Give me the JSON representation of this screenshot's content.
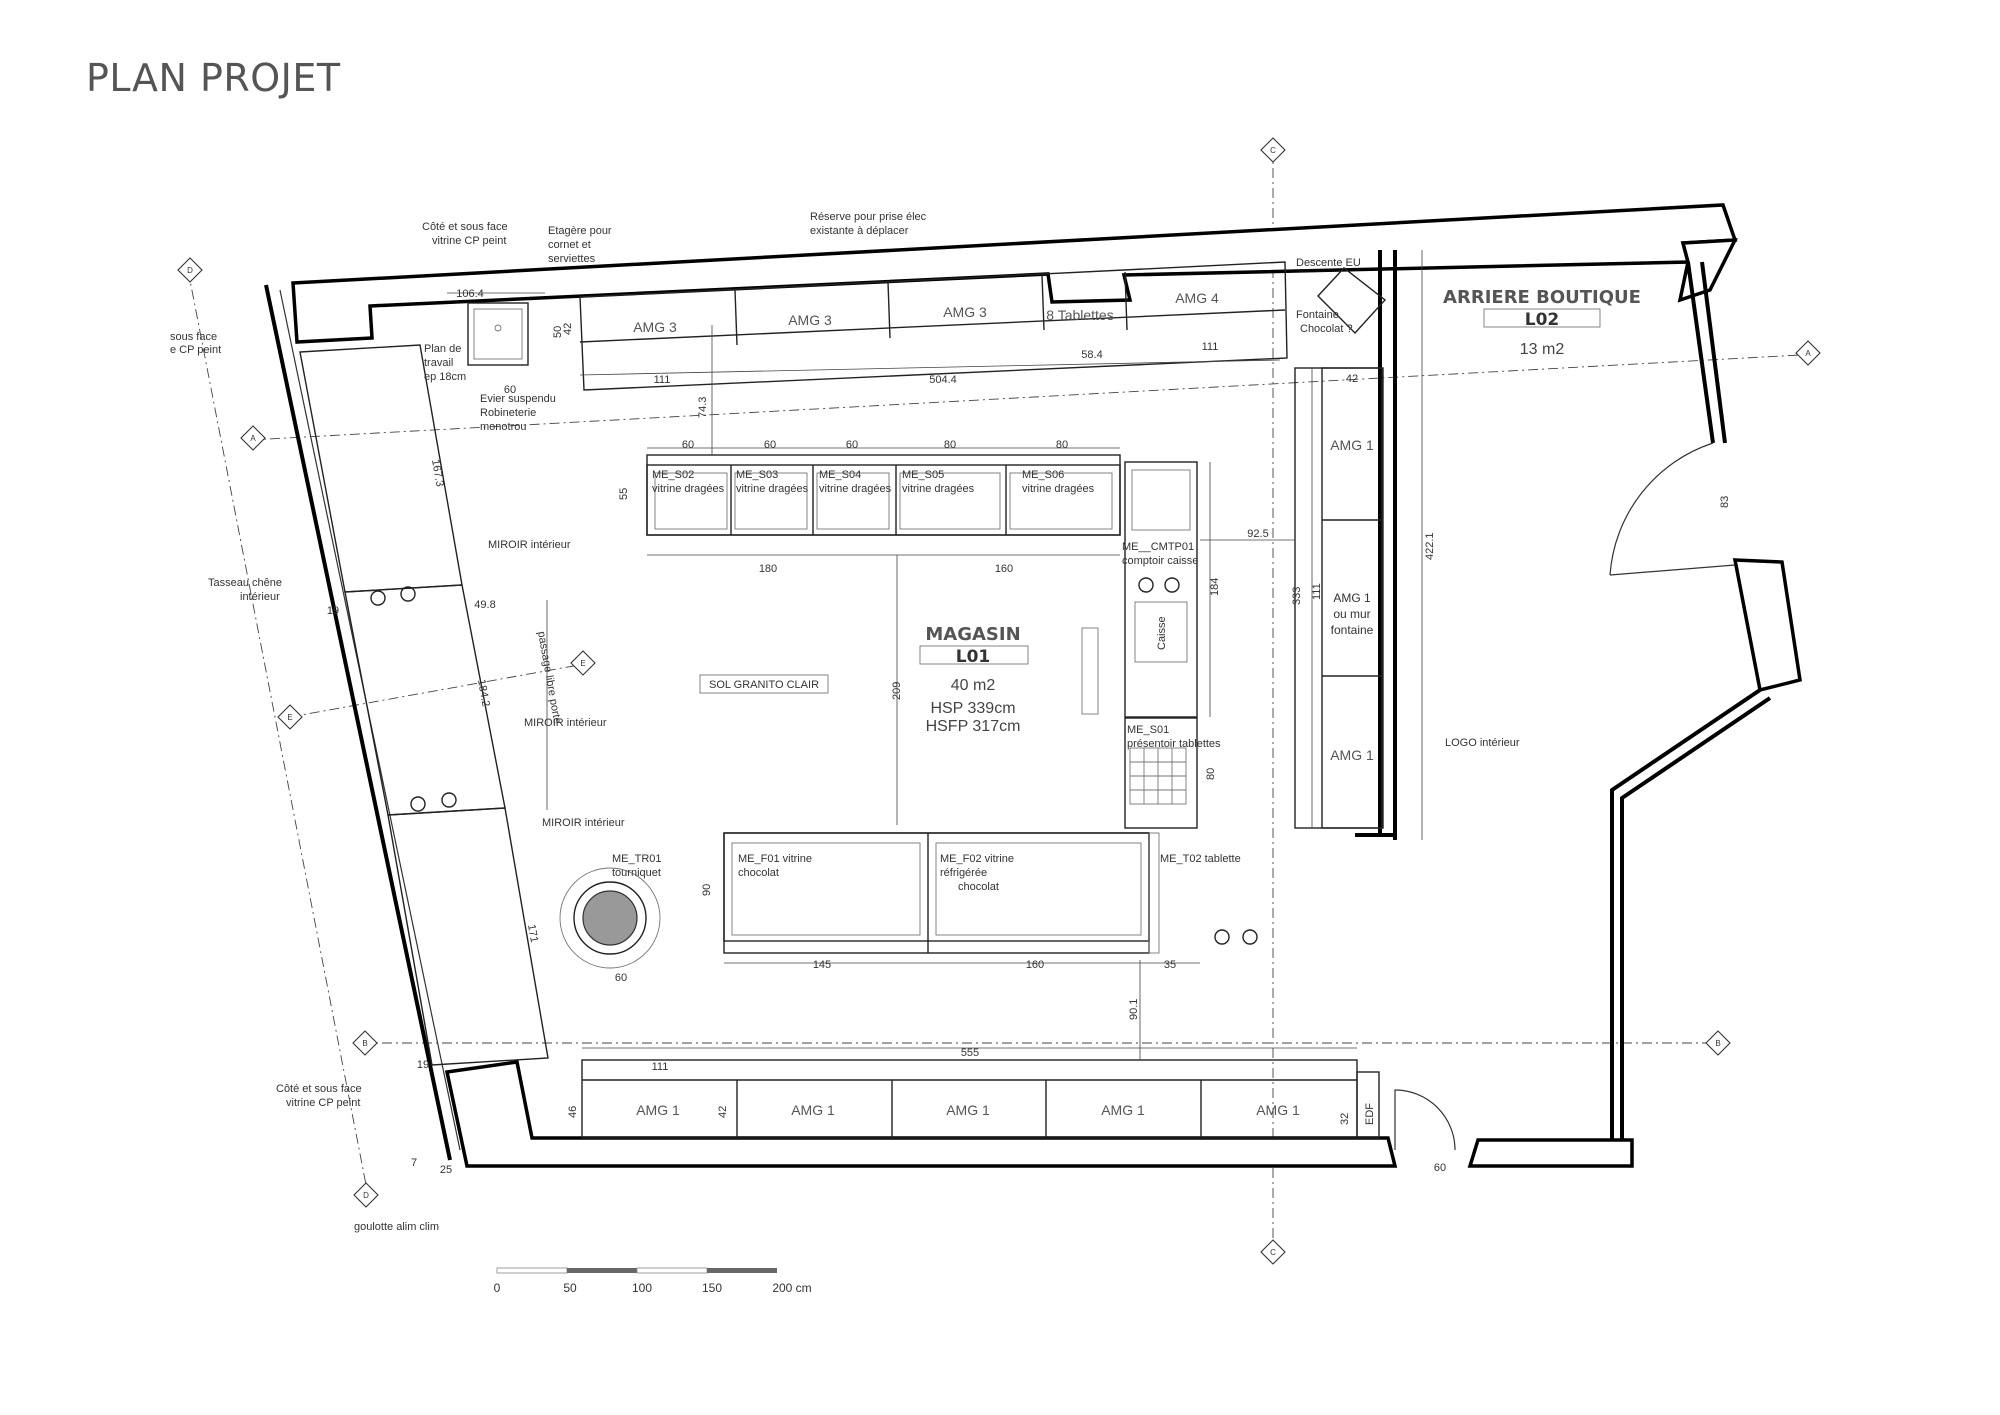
{
  "title": "PLAN PROJET",
  "rooms": {
    "magasin": {
      "name": "MAGASIN",
      "code": "L01",
      "area": "40 m2",
      "hsp": "HSP 339cm",
      "hsfp": "HSFP 317cm"
    },
    "arriere": {
      "name": "ARRIERE BOUTIQUE",
      "code": "L02",
      "area": "13 m2"
    }
  },
  "labels": {
    "cote_sous_face_top": "Côté et sous face",
    "vitrine_cp_top": "vitrine CP peint",
    "etagere_1": "Etagère pour",
    "etagere_2": "cornet et",
    "etagere_3": "serviettes",
    "reserve_1": "Réserve pour prise élec",
    "reserve_2": "existante à déplacer",
    "sous_face_1": "sous face",
    "sous_face_2": "e CP peint",
    "plan_1": "Plan de",
    "plan_2": "travail",
    "plan_3": "ep 18cm",
    "evier_1": "Evier suspendu",
    "evier_2": "Robineterie",
    "evier_3": "monotrou",
    "descente": "Descente EU",
    "fontaine_1": "Fontaine",
    "fontaine_2": "Chocolat ?",
    "tasseau_1": "Tasseau chêne",
    "tasseau_2": "intérieur",
    "miroir_1": "MIROIR intérieur",
    "miroir_2": "MIROIR intérieur",
    "miroir_3": "MIROIR intérieur",
    "passage": "passage libre porte",
    "sol": "SOL GRANITO CLAIR",
    "me_s02": "ME_S02",
    "me_s03": "ME_S03",
    "me_s04": "ME_S04",
    "me_s05": "ME_S05",
    "me_s06": "ME_S06",
    "vitrine_dragees": "vitrine dragées",
    "me_cmtp01": "ME__CMTP01",
    "comptoir": "comptoir caisse",
    "caisse": "Caisse",
    "me_s01": "ME_S01",
    "presentoir": "présentoir tablettes",
    "me_tr01": "ME_TR01",
    "tourniquet": "tourniquet",
    "me_f01_1": "ME_F01 vitrine",
    "me_f01_2": "chocolat",
    "me_f02_1": "ME_F02 vitrine",
    "me_f02_2": "réfrigérée",
    "me_f02_3": "chocolat",
    "me_t02": "ME_T02 tablette",
    "amg1_fontaine_1": "AMG 1",
    "amg1_fontaine_2": "ou mur",
    "amg1_fontaine_3": "fontaine",
    "logo": "LOGO intérieur",
    "cote_sous_face_bottom": "Côté et sous face",
    "vitrine_cp_bottom": "vitrine CP peint",
    "goulotte": "goulotte alim clim",
    "edf": "EDF",
    "tablettes": "8 Tablettes"
  },
  "amg_top": [
    "AMG 3",
    "AMG 3",
    "AMG 3",
    "AMG 4"
  ],
  "amg_bottom": [
    "AMG 1",
    "AMG 1",
    "AMG 1",
    "AMG 1",
    "AMG 1"
  ],
  "amg_right": [
    "AMG 1",
    "AMG 1"
  ],
  "dimensions": {
    "d106_4": "106.4",
    "d42a": "42",
    "d50": "50",
    "d60_evier": "60",
    "d111_top": "111",
    "d504_4": "504.4",
    "d58_4": "58.4",
    "d111_top2": "111",
    "d42_right": "42",
    "d74_3": "74.3",
    "d167_3": "167.3",
    "d60a": "60",
    "d60b": "60",
    "d60c": "60",
    "d80a": "80",
    "d80b": "80",
    "d55": "55",
    "d180": "180",
    "d160a": "160",
    "d92_5": "92.5",
    "d184": "184",
    "d333": "333",
    "d111_r": "111",
    "d422_1": "422.1",
    "d83": "83",
    "d19a": "19",
    "d49_8": "49.8",
    "d184_2": "184.2",
    "d209": "209",
    "d80_pres": "80",
    "d90": "90",
    "d145": "145",
    "d160b": "160",
    "d35": "35",
    "d60_tour": "60",
    "d171": "171",
    "d90_1": "90.1",
    "d555": "555",
    "d111_bot": "111",
    "d42_bot": "42",
    "d46": "46",
    "d32": "32",
    "d19b": "19",
    "d7": "7",
    "d25": "25",
    "d60_door": "60"
  },
  "axes": {
    "a": "A",
    "b": "B",
    "c": "C",
    "d": "D",
    "e": "E"
  },
  "scale": {
    "ticks": [
      "0",
      "50",
      "100",
      "150",
      "200 cm"
    ]
  }
}
